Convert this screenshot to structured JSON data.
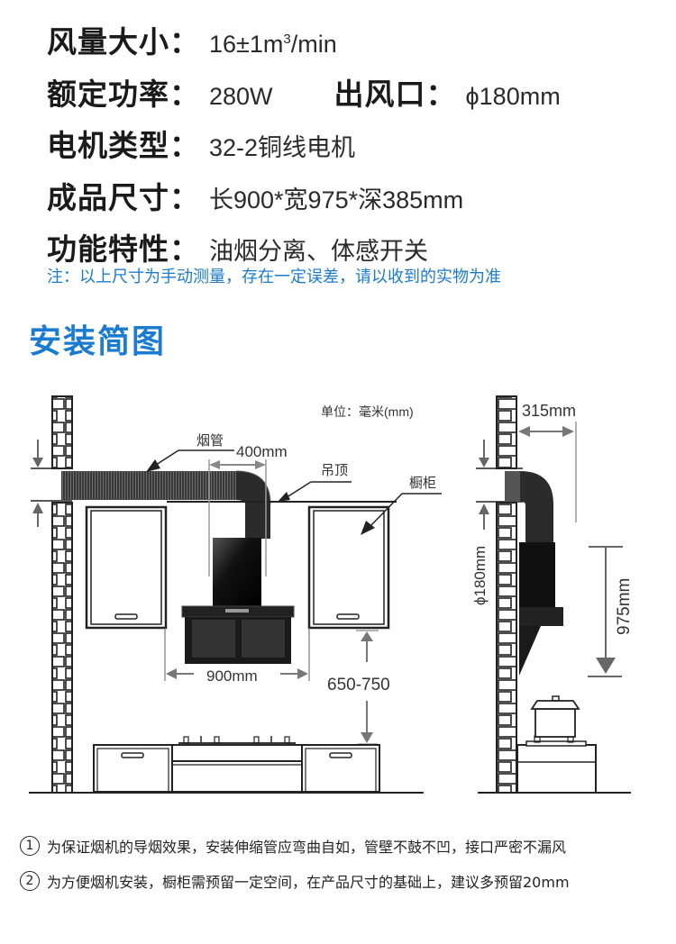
{
  "specs": [
    {
      "label": "风量大小：",
      "value_main": "16±1m",
      "value_sup": "3",
      "value_tail": "/min"
    },
    {
      "label": "额定功率：",
      "value": "280W",
      "label2": "出风口：",
      "value2": "ϕ180mm"
    },
    {
      "label": "电机类型：",
      "value": "32-2铜线电机"
    },
    {
      "label": "成品尺寸：",
      "value": "长900*宽975*深385mm"
    },
    {
      "label": "功能特性：",
      "value": "油烟分离、体感开关"
    }
  ],
  "note": "注：以上尺寸为手动测量，存在一定误差，请以收到的实物为准",
  "section_title": "安装简图",
  "diagram": {
    "unit_label": "单位：毫米(mm)",
    "duct_label": "烟管",
    "duct_offset": "400mm",
    "ceiling_label": "吊顶",
    "cabinet_label": "橱柜",
    "hood_width": "900mm",
    "install_height": "650-750",
    "side_offset": "315mm",
    "outlet_diameter": "ϕ180mm",
    "hood_height": "975mm"
  },
  "footnotes": [
    {
      "marker": "1",
      "text": "为保证烟机的导烟效果，安装伸缩管应弯曲自如，管壁不鼓不凹，接口严密不漏风"
    },
    {
      "marker": "2",
      "text": "为方便烟机安装，橱柜需预留一定空间，在产品尺寸的基础上，建议多预留20mm"
    }
  ],
  "colors": {
    "accent_blue": "#1a7bd0",
    "text_dark": "#1a1a1a",
    "line_gray": "#888888"
  }
}
